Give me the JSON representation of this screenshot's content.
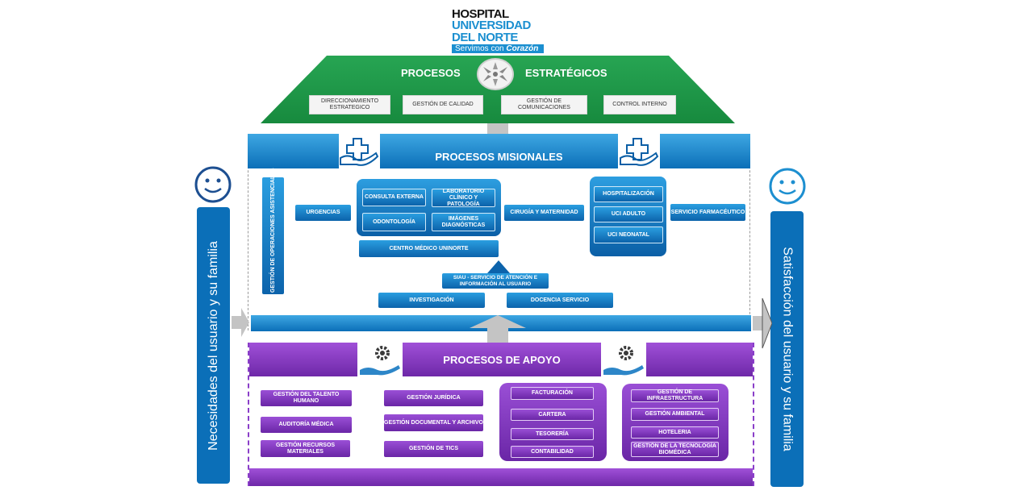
{
  "logo": {
    "line1": "HOSPITAL",
    "line2": "UNIVERSIDAD",
    "line3": "DEL NORTE",
    "tagline_prefix": "Servimos con ",
    "tagline_emphasis": "Corazón"
  },
  "estrategicos": {
    "title_left": "PROCESOS",
    "title_right": "ESTRATÉGICOS",
    "items": [
      "DIRECCIONAMIENTO ESTRATEGICO",
      "GESTIÓN DE CALIDAD",
      "GESTIÓN DE COMUNICACIONES",
      "CONTROL INTERNO"
    ]
  },
  "misionales": {
    "title": "PROCESOS MISIONALES",
    "gestion_operaciones": "GESTIÓN DE OPERACIONES ASISTENCIALES",
    "urgencias": "URGENCIAS",
    "ambulatorio": {
      "consulta_externa": "CONSULTA EXTERNA",
      "laboratorio": "LABORATORIO CLÍNICO Y PATOLOGÍA",
      "odontologia": "ODONTOLOGÍA",
      "imagenes": "IMÁGENES DIAGNÓSTICAS"
    },
    "centro_medico": "CENTRO MÉDICO UNINORTE",
    "cirugia": "CIRUGÍA Y MATERNIDAD",
    "internacion": {
      "hospitalizacion": "HOSPITALIZACIÓN",
      "uci_adulto": "UCI ADULTO",
      "uci_neonatal": "UCI NEONATAL"
    },
    "farmaceutico": "SERVICIO FARMACÉUTICO",
    "siau": "SIAU - SERVICIO DE ATENCIÓN E INFORMACIÓN AL USUARIO",
    "investigacion": "INVESTIGACIÓN",
    "docencia": "DOCENCIA SERVICIO"
  },
  "apoyo": {
    "title": "PROCESOS DE APOYO",
    "col1": [
      "GESTIÓN DEL TALENTO HUMANO",
      "AUDITORÍA MÉDICA",
      "GESTIÓN RECURSOS MATERIALES"
    ],
    "col2": [
      "GESTIÓN JURÍDICA",
      "GESTIÓN DOCUMENTAL Y ARCHIVO",
      "GESTIÓN DE TICS"
    ],
    "financiera": [
      "FACTURACIÓN",
      "CARTERA",
      "TESORERÍA",
      "CONTABILIDAD"
    ],
    "infraestructura": [
      "GESTIÓN DE INFRAESTRUCTURA",
      "GESTIÓN AMBIENTAL",
      "HOTELERIA",
      "GESTIÓN DE LA TECNOLOGÍA BIOMÉDICA"
    ]
  },
  "sides": {
    "left": "Necesidades del usuario y su familia",
    "right": "Satisfacción del usuario y su familia"
  },
  "colors": {
    "green": "#1f9a4a",
    "blue": "#0b6fb8",
    "purple": "#7b2fb8",
    "gray_arrow": "#c4c4c4"
  },
  "icons": [
    "smiley-face-icon",
    "helping-hand-cross-icon",
    "gear-hand-icon",
    "convergence-icon"
  ]
}
